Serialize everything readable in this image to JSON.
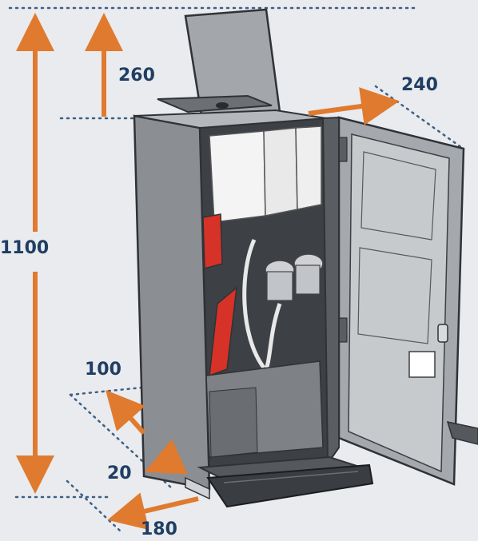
{
  "dimensions": {
    "height_total": "1100",
    "lid_clearance": "260",
    "door_swing": "240",
    "rear_clearance": "100",
    "foot_offset": "20",
    "depth_extension": "180"
  },
  "colors": {
    "label_text": "#1f3e63",
    "arrow": "#e07a2e",
    "guide_dots": "#3e5f85",
    "background": "#e9ebee",
    "cabinet": "#8b8e93",
    "door": "#a5a8ac",
    "accent_red": "#d73227"
  },
  "icons": {
    "machine": "vending-machine-illustration"
  }
}
